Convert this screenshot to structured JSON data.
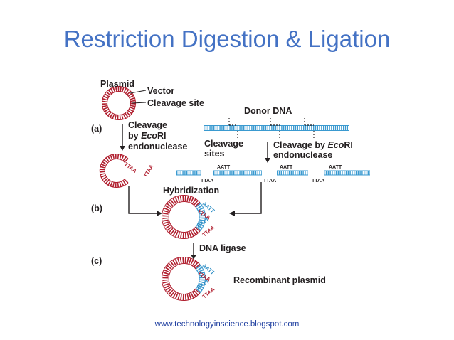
{
  "slide": {
    "title": "Restriction Digestion & Ligation",
    "footer_url": "www.technologyinscience.blogspot.com"
  },
  "diagram": {
    "labels": {
      "plasmid": "Plasmid",
      "vector": "Vector",
      "cleavage_site": "Cleavage site",
      "donor_dna": "Donor DNA",
      "cleavage_ecori_line1": "Cleavage",
      "cleavage_ecori_line2_prefix": "by ",
      "cleavage_ecori_italic": "Eco",
      "cleavage_ecori_suffix": "RI",
      "cleavage_ecori_line3": "endonuclease",
      "cleavage_sites_line1": "Cleavage",
      "cleavage_sites_line2": "sites",
      "donor_cleavage_line1_prefix": "Cleavage by ",
      "donor_cleavage_line1_italic": "Eco",
      "donor_cleavage_line1_suffix": "RI",
      "donor_cleavage_line2": "endonuclease",
      "hybridization": "Hybridization",
      "dna_ligase": "DNA ligase",
      "recombinant_plasmid": "Recombinant plasmid"
    },
    "step_markers": [
      "(a)",
      "(b)",
      "(c)"
    ],
    "sequences": {
      "aatt": "AATT",
      "ttaa": "TTAA"
    },
    "colors": {
      "plasmid_red": "#b01e2e",
      "donor_blue": "#3a9ad0",
      "title_blue": "#4472C4",
      "label_dark": "#231f20"
    }
  }
}
